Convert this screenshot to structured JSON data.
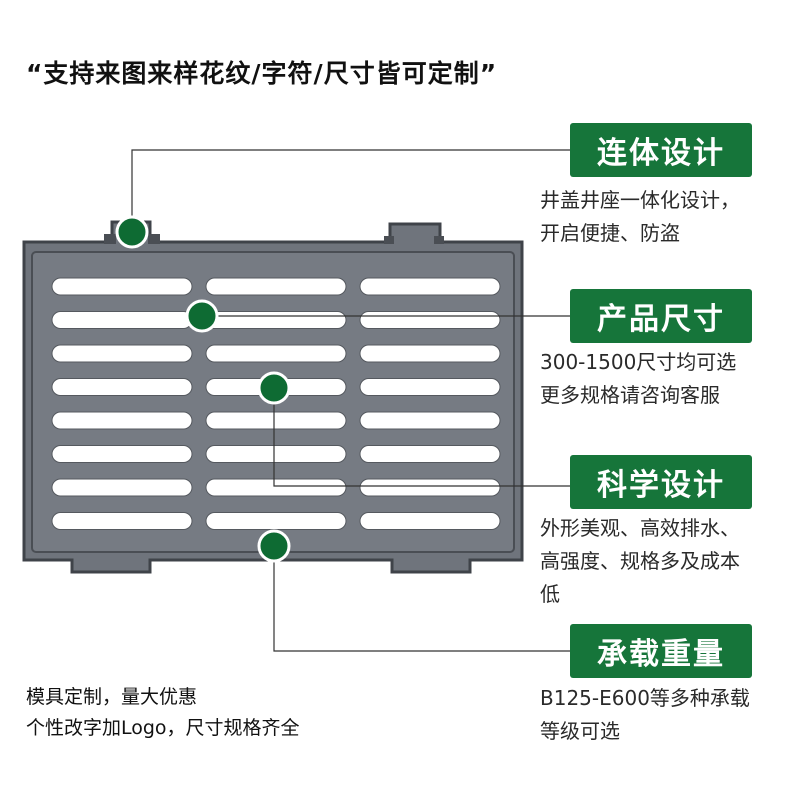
{
  "headline": "“支持来图来样花纹/字符/尺寸皆可定制”",
  "features": [
    {
      "title": "连体设计",
      "lines": [
        "井盖井座一体化设计，",
        "开启便捷、防盗"
      ]
    },
    {
      "title": "产品尺寸",
      "lines": [
        "300-1500尺寸均可选",
        "更多规格请咨询客服"
      ]
    },
    {
      "title": "科学设计",
      "lines": [
        "外形美观、高效排水、",
        "高强度、规格多及成本",
        "低"
      ]
    },
    {
      "title": "承载重量",
      "lines": [
        "B125-E600等多种承载",
        "等级可选"
      ]
    }
  ],
  "bottom_note": {
    "line1": "模具定制，量大优惠",
    "line2": "个性改字加Logo，尺寸规格齐全"
  },
  "colors": {
    "badge_green": "#16753a",
    "marker_green": "#0e6b33",
    "grate_gray": "#6f747c",
    "grate_border": "#3f4349",
    "slot_white": "#ffffff",
    "leader_line": "#333333"
  }
}
